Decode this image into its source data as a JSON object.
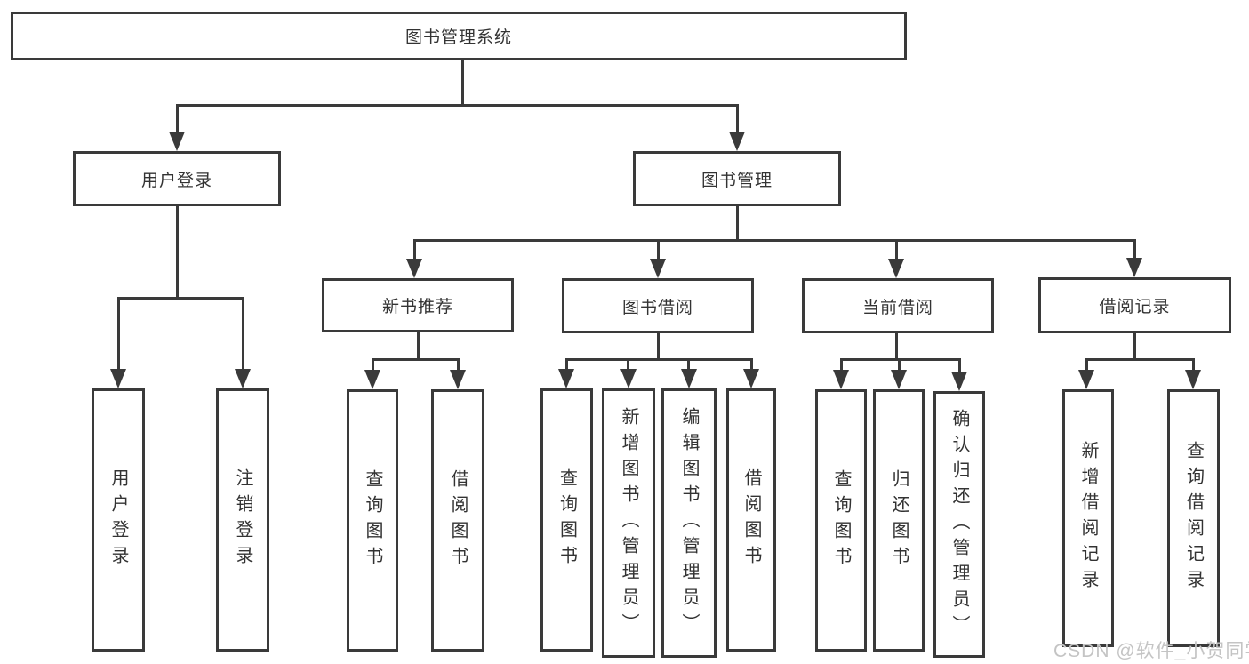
{
  "tree": {
    "label": "图书管理系统",
    "children": [
      {
        "label": "用户登录",
        "children": [
          {
            "label": "用户登录"
          },
          {
            "label": "注销登录"
          }
        ]
      },
      {
        "label": "图书管理",
        "children": [
          {
            "label": "新书推荐",
            "children": [
              {
                "label": "查询图书"
              },
              {
                "label": "借阅图书"
              }
            ]
          },
          {
            "label": "图书借阅",
            "children": [
              {
                "label": "查询图书"
              },
              {
                "label": "新增图书（管理员）"
              },
              {
                "label": "编辑图书（管理员）"
              },
              {
                "label": "借阅图书"
              }
            ]
          },
          {
            "label": "当前借阅",
            "children": [
              {
                "label": "查询图书"
              },
              {
                "label": "归还图书"
              },
              {
                "label": "确认归还（管理员）"
              }
            ]
          },
          {
            "label": "借阅记录",
            "children": [
              {
                "label": "新增借阅记录"
              },
              {
                "label": "查询借阅记录"
              }
            ]
          }
        ]
      }
    ]
  },
  "watermark": {
    "text": "CSDN @软件_小贺同学"
  },
  "colors": {
    "line": "#3a3a3a",
    "text": "#333333",
    "watermark": "#c4c4c4"
  }
}
